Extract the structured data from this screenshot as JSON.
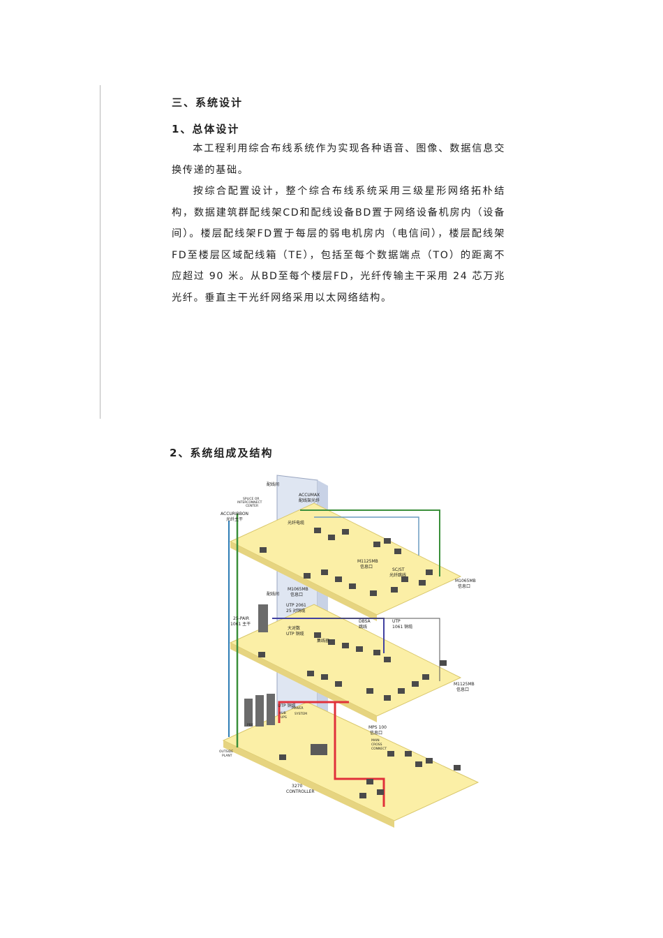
{
  "section_title": "三、系统设计",
  "subsection_1": {
    "title": "1、总体设计",
    "paragraphs": [
      "本工程利用综合布线系统作为实现各种语音、图像、数据信息交换传递的基础。",
      "按综合配置设计，整个综合布线系统采用三级星形网络拓朴结构，数据建筑群配线架CD和配线设备BD置于网络设备机房内（设备间）。楼层配线架FD置于每层的弱电机房内（电信间），楼层配线架FD至楼层区域配线箱（TE），包括至每个数据端点（TO）的距离不应超过 90 米。从BD至每个楼层FD，光纤传输主干采用 24 芯万兆光纤。垂直主干光纤网络采用以太网络结构。"
    ]
  },
  "subsection_2": {
    "title": "2、系统组成及结构"
  },
  "diagram": {
    "labels": {
      "wiring_room_top": "配线间",
      "splice": "SPLICE OR",
      "interconnect": "INTERCONNECT",
      "center": "CENTER",
      "accuribbon": "ACCURIBBON",
      "fiber_trunk": "光纤主干",
      "accumax": "ACCUMAX",
      "fiber_panel": "配线架光纤",
      "fiber_cable": "光纤电缆",
      "m1125mb_a": "M1125MB",
      "outlet_a": "信息口",
      "scst": "SC/ST",
      "fiber_jumper": "光纤跳线",
      "m1065mb_a": "M1065MB",
      "outlet_b": "信息口",
      "m1065mb_b": "M1065MB",
      "outlet_c": "信息口",
      "wiring_room_mid": "配线间",
      "utp2061": "UTP 2061",
      "pair25_copper": "25 对铜缆",
      "pair25": "25-PAIR",
      "trunk1061": "1061 主干",
      "big_pair": "大对数",
      "utp_copper": "UTP 铜缆",
      "dbsa": "DBSA",
      "jumper": "跳线",
      "utp1061": "UTP",
      "copper_1061": "1061 铜缆",
      "hub": "集线器",
      "m1125mb_b": "M1125MB",
      "outlet_d": "信息口",
      "utp_copper_low": "UTP 铜缆",
      "pbx": "PBX",
      "hub_low": "HUB",
      "power": "POWER",
      "ups": "UPS",
      "system": "SYSTEM",
      "mps100": "MPS 100",
      "outlet_e": "信息口",
      "main_cross": "MAIN",
      "cross_connect": "CROSS",
      "connect": "CONNECT",
      "outside": "OUTSIDE",
      "plant": "PLANT",
      "c3270": "3270",
      "controller": "CONTROLLER"
    }
  }
}
